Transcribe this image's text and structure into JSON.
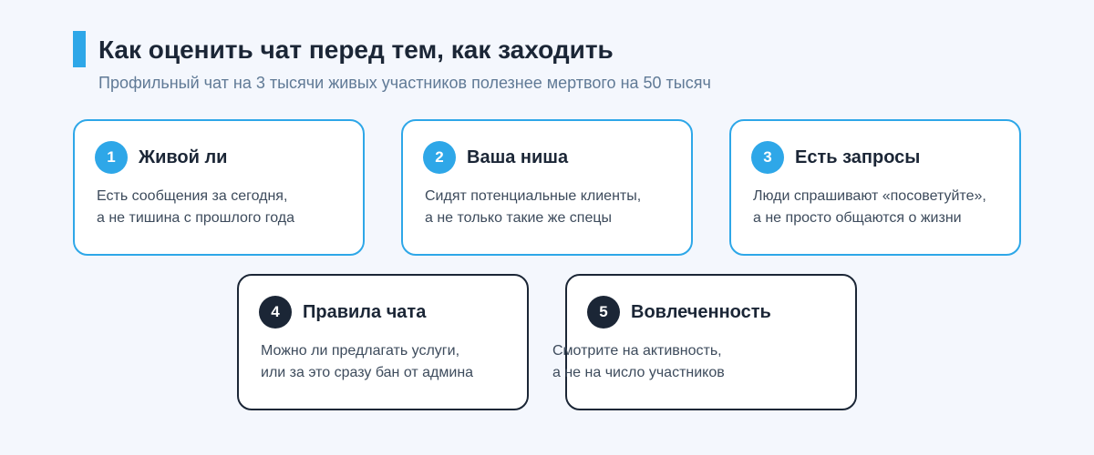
{
  "header": {
    "title": "Как оценить чат перед тем, как заходить",
    "subtitle": "Профильный чат на 3 тысячи живых участников полезнее мертвого на 50 тысяч"
  },
  "colors": {
    "accent": "#2ea7e8",
    "dark": "#1b2636",
    "background": "#f4f7fd"
  },
  "cards": [
    {
      "number": "1",
      "title": "Живой ли",
      "lines": [
        "Есть сообщения за сегодня,",
        "а не тишина с прошлого года"
      ]
    },
    {
      "number": "2",
      "title": "Ваша ниша",
      "lines": [
        "Сидят потенциальные клиенты,",
        "а не только такие же спецы"
      ]
    },
    {
      "number": "3",
      "title": "Есть запросы",
      "lines": [
        "Люди спрашивают «посоветуйте»,",
        "а не просто общаются о жизни"
      ]
    },
    {
      "number": "4",
      "title": "Правила чата",
      "lines": [
        "Можно ли предлагать услуги,",
        "или за это сразу бан от админа"
      ]
    },
    {
      "number": "5",
      "title": "Вовлеченность",
      "lines": [
        "Смотрите на активность,",
        "а не на число участников"
      ]
    }
  ]
}
